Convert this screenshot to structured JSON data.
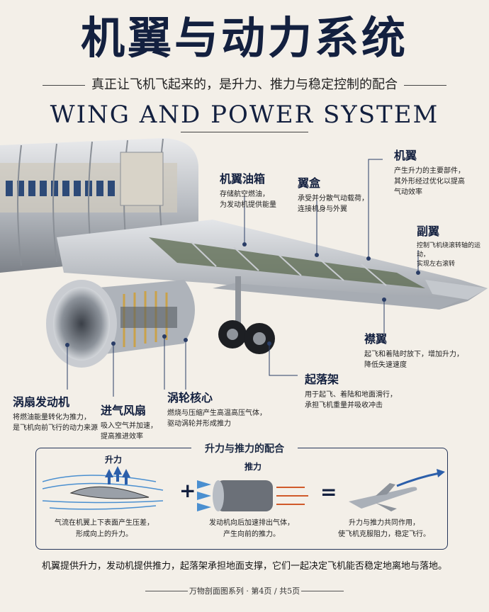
{
  "title": "机翼与动力系统",
  "subtitle": "真正让飞机飞起来的，是升力、推力与稳定控制的配合",
  "en_title": "WING AND POWER SYSTEM",
  "callouts": {
    "wing": {
      "title": "机翼",
      "desc": [
        "产生升力的主要部件，",
        "其外形经过优化以提高",
        "气动效率"
      ]
    },
    "fuel_tank": {
      "title": "机翼油箱",
      "desc": [
        "存储航空燃油，",
        "为发动机提供能量"
      ]
    },
    "wing_box": {
      "title": "翼盒",
      "desc": [
        "承受并分散气动载荷，",
        "连接机身与外翼"
      ]
    },
    "aileron": {
      "title": "副翼",
      "desc": [
        "控制飞机绕滚转轴的运动，",
        "实现左右滚转"
      ]
    },
    "flap": {
      "title": "襟翼",
      "desc": [
        "起飞和着陆时放下，增加升力，",
        "降低失速速度"
      ]
    },
    "landing_gear": {
      "title": "起落架",
      "desc": [
        "用于起飞、着陆和地面滑行，",
        "承担飞机重量并吸收冲击"
      ]
    },
    "turbofan": {
      "title": "涡扇发动机",
      "desc": [
        "将燃油能量转化为推力，",
        "是飞机向前飞行的动力来源"
      ]
    },
    "intake_fan": {
      "title": "进气风扇",
      "desc": [
        "吸入空气并加速，",
        "提高推进效率"
      ]
    },
    "turbine_core": {
      "title": "涡轮核心",
      "desc": [
        "燃烧与压缩产生高温高压气体，",
        "驱动涡轮并形成推力"
      ]
    }
  },
  "box": {
    "title": "升力与推力的配合",
    "lift_label": "升力",
    "thrust_label": "推力",
    "plus": "+",
    "equals": "=",
    "cap_lift": [
      "气流在机翼上下表面产生压差，",
      "形成向上的升力。"
    ],
    "cap_thrust": [
      "发动机向后加速排出气体，",
      "产生向前的推力。"
    ],
    "cap_result": [
      "升力与推力共同作用，",
      "使飞机克服阻力，稳定飞行。"
    ]
  },
  "summary": "机翼提供升力，发动机提供推力，起落架承担地面支撑，它们一起决定飞机能否稳定地离地与落地。",
  "footer": "万物剖面图系列 · 第4页 / 共5页"
}
